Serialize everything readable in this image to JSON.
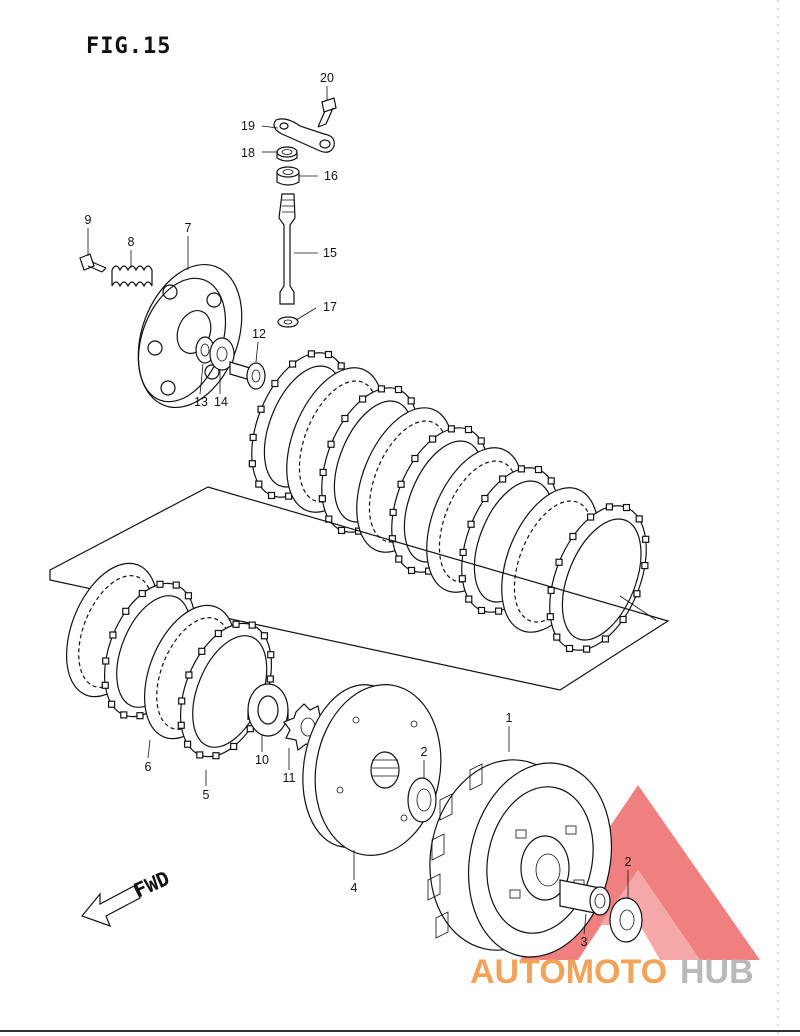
{
  "figure": {
    "title": "FIG.15",
    "direction_label": "FWD"
  },
  "callouts": [
    {
      "n": "20"
    },
    {
      "n": "19"
    },
    {
      "n": "18"
    },
    {
      "n": "16"
    },
    {
      "n": "15"
    },
    {
      "n": "17"
    },
    {
      "n": "9"
    },
    {
      "n": "8"
    },
    {
      "n": "7"
    },
    {
      "n": "12"
    },
    {
      "n": "13"
    },
    {
      "n": "14"
    },
    {
      "n": "6"
    },
    {
      "n": "5"
    },
    {
      "n": "10"
    },
    {
      "n": "11"
    },
    {
      "n": "4"
    },
    {
      "n": "2"
    },
    {
      "n": "1"
    },
    {
      "n": "3"
    },
    {
      "n": "2"
    }
  ],
  "watermark": {
    "part1": "AUTOMOTO",
    "part2": "HUB",
    "color1": "#f2a35a",
    "color2": "#b9b9b9",
    "logo_color": "#ee6a6a"
  }
}
